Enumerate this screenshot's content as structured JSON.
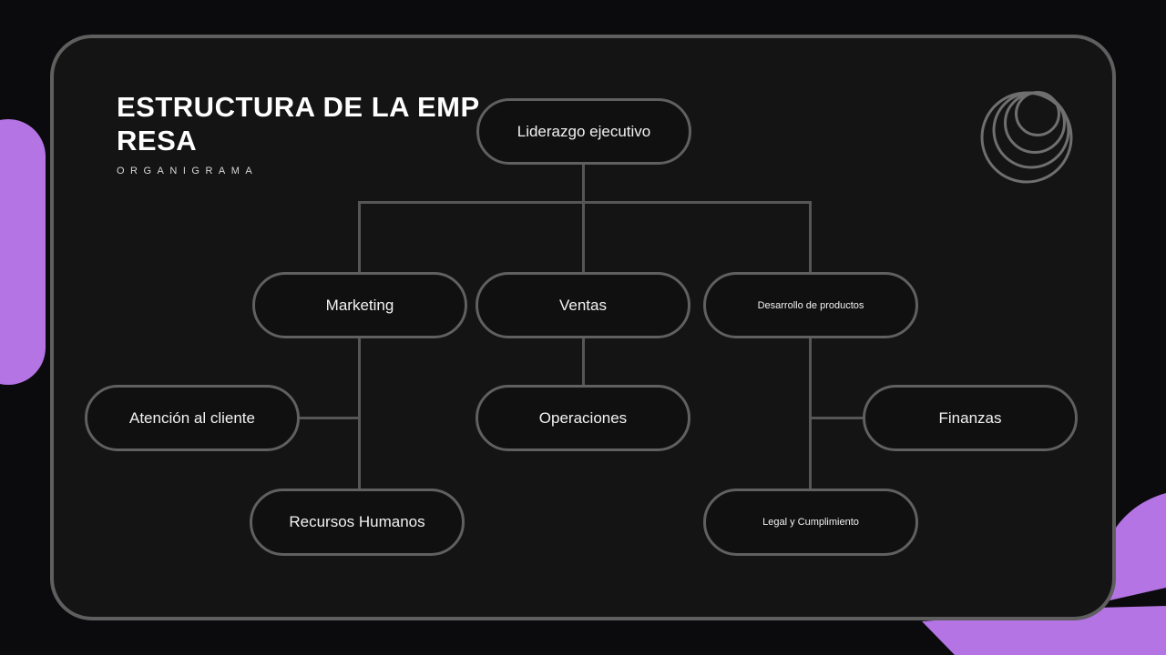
{
  "header": {
    "title": "ESTRUCTURA DE LA EMPRESA",
    "title_line1": "ESTRUCTURA DE LA EMP",
    "title_line2": "RESA",
    "subtitle": "ORGANIGRAMA"
  },
  "logo": {
    "icon": "concentric-circles"
  },
  "colors": {
    "page_background": "#0b0b0d",
    "card_background": "#141414",
    "card_border": "#5f5f5f",
    "node_background": "#101010",
    "node_border": "#606060",
    "connector": "#565656",
    "text": "#f2f2f2",
    "accent_purple": "#b474e4",
    "logo_stroke": "#6f6f6f"
  },
  "org_chart": {
    "nodes": {
      "liderazgo": {
        "label": "Liderazgo ejecutivo",
        "level": 1
      },
      "marketing": {
        "label": "Marketing",
        "level": 2
      },
      "ventas": {
        "label": "Ventas",
        "level": 2
      },
      "desarrollo": {
        "label": "Desarrollo de productos",
        "level": 2
      },
      "atencion": {
        "label": "Atención al cliente",
        "level": 3
      },
      "operaciones": {
        "label": "Operaciones",
        "level": 3
      },
      "finanzas": {
        "label": "Finanzas",
        "level": 3
      },
      "recursos": {
        "label": "Recursos Humanos",
        "level": 4
      },
      "legal": {
        "label": "Legal y Cumplimiento",
        "level": 4
      }
    },
    "edges": [
      {
        "from": "Liderazgo ejecutivo",
        "to": "Marketing"
      },
      {
        "from": "Liderazgo ejecutivo",
        "to": "Ventas"
      },
      {
        "from": "Liderazgo ejecutivo",
        "to": "Desarrollo de productos"
      },
      {
        "from": "Marketing",
        "to": "Atención al cliente"
      },
      {
        "from": "Marketing",
        "to": "Recursos Humanos"
      },
      {
        "from": "Ventas",
        "to": "Operaciones"
      },
      {
        "from": "Desarrollo de productos",
        "to": "Finanzas"
      },
      {
        "from": "Desarrollo de productos",
        "to": "Legal y Cumplimiento"
      }
    ]
  }
}
